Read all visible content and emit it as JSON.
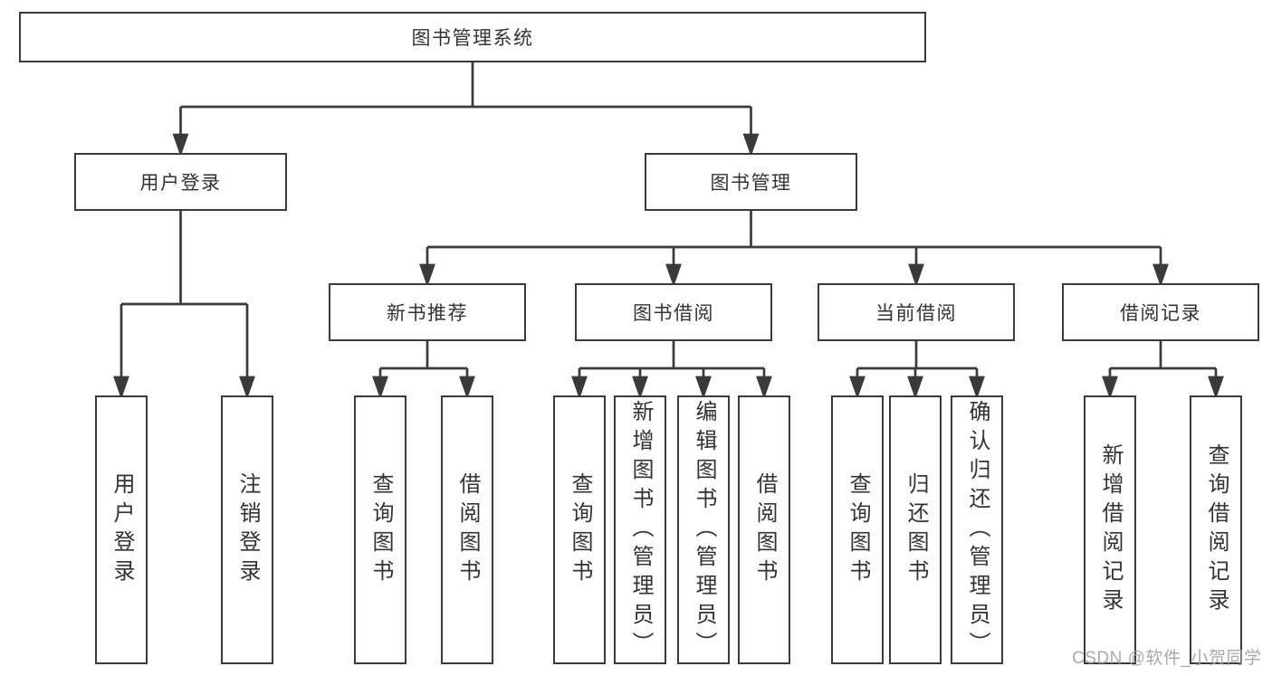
{
  "diagram": {
    "root": {
      "label": "图书管理系统",
      "children": [
        {
          "label": "用户登录",
          "children": [
            {
              "label": "用户登录"
            },
            {
              "label": "注销登录"
            }
          ]
        },
        {
          "label": "图书管理",
          "children": [
            {
              "label": "新书推荐",
              "children": [
                {
                  "label": "查询图书"
                },
                {
                  "label": "借阅图书"
                }
              ]
            },
            {
              "label": "图书借阅",
              "children": [
                {
                  "label": "查询图书"
                },
                {
                  "label": "新增图书（管理员）"
                },
                {
                  "label": "编辑图书（管理员）"
                },
                {
                  "label": "借阅图书"
                }
              ]
            },
            {
              "label": "当前借阅",
              "children": [
                {
                  "label": "查询图书"
                },
                {
                  "label": "归还图书"
                },
                {
                  "label": "确认归还（管理员）"
                }
              ]
            },
            {
              "label": "借阅记录",
              "children": [
                {
                  "label": "新增借阅记录"
                },
                {
                  "label": "查询借阅记录"
                }
              ]
            }
          ]
        }
      ]
    }
  },
  "watermark": {
    "text": "CSDN @软件_小贺同学"
  },
  "colors": {
    "line": "#3a3a3a",
    "box_border": "#3a3a3a",
    "text": "#333333",
    "background": "#ffffff",
    "watermark": "#a2a2a2"
  }
}
